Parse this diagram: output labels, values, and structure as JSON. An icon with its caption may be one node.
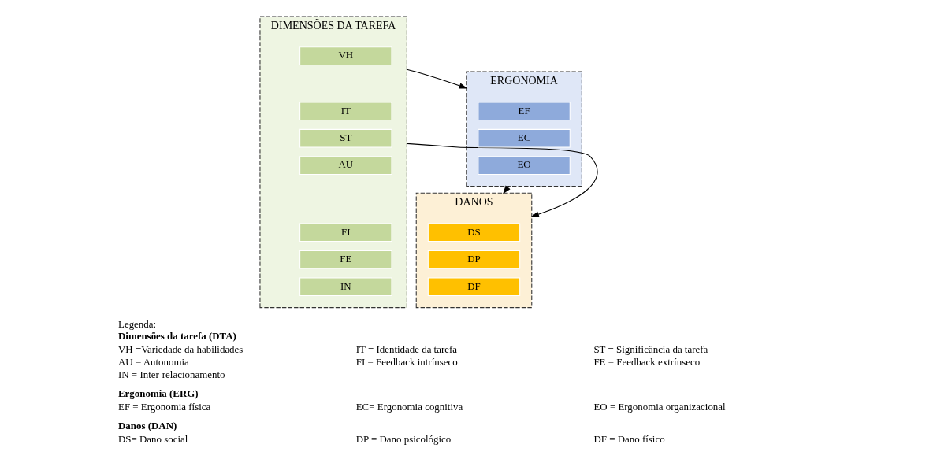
{
  "diagram": {
    "nodes": [
      {
        "text": [
          "DIMENSÕES DA TAREFA"
        ]
      },
      {
        "text": [
          "VH"
        ],
        "in": 0
      },
      {
        "text": [
          "IT"
        ],
        "in": 0
      },
      {
        "text": [
          "ST"
        ],
        "in": 0
      },
      {
        "text": [
          "AU"
        ],
        "in": 0
      },
      {
        "text": [
          "FI"
        ],
        "in": 0
      },
      {
        "text": [
          "FE"
        ],
        "in": 0
      },
      {
        "text": [
          "IN"
        ],
        "in": 0
      },
      {
        "text": [
          "ERGONOMIA"
        ]
      },
      {
        "text": [
          "EF"
        ],
        "in": 8
      },
      {
        "text": [
          "EC"
        ],
        "in": 8
      },
      {
        "text": [
          "EO"
        ],
        "in": 8
      },
      {
        "text": [
          "DANOS"
        ]
      },
      {
        "text": [
          "DS"
        ],
        "in": 12
      },
      {
        "text": [
          "DP"
        ],
        "in": 12
      },
      {
        "text": [
          "DF"
        ],
        "in": 12
      }
    ],
    "edges": [
      {
        "from": 0,
        "to": 8,
        "arrow": "to"
      },
      {
        "from": 0,
        "to": 12,
        "arrow": "to"
      },
      {
        "from": 8,
        "to": 12,
        "arrow": "to"
      }
    ],
    "labels": [
      "Legenda:",
      "Dimensões da tarefa (DTA)",
      "VH =Variedade da habilidades",
      "IT = Identidade da tarefa",
      "ST = Significância da tarefa",
      "AU = Autonomia",
      "FI = Feedback intrínseco",
      "FE = Feedback extrínseco",
      "IN = Inter-relacionamento",
      "Ergonomia (ERG)",
      "EF = Ergonomia física",
      "EC= Ergonomia cognitiva",
      "EO = Ergonomia organizacional",
      "Danos (DAN)",
      "DS= Dano social",
      "DP = Dano psicológico",
      "DF = Dano físico"
    ]
  }
}
